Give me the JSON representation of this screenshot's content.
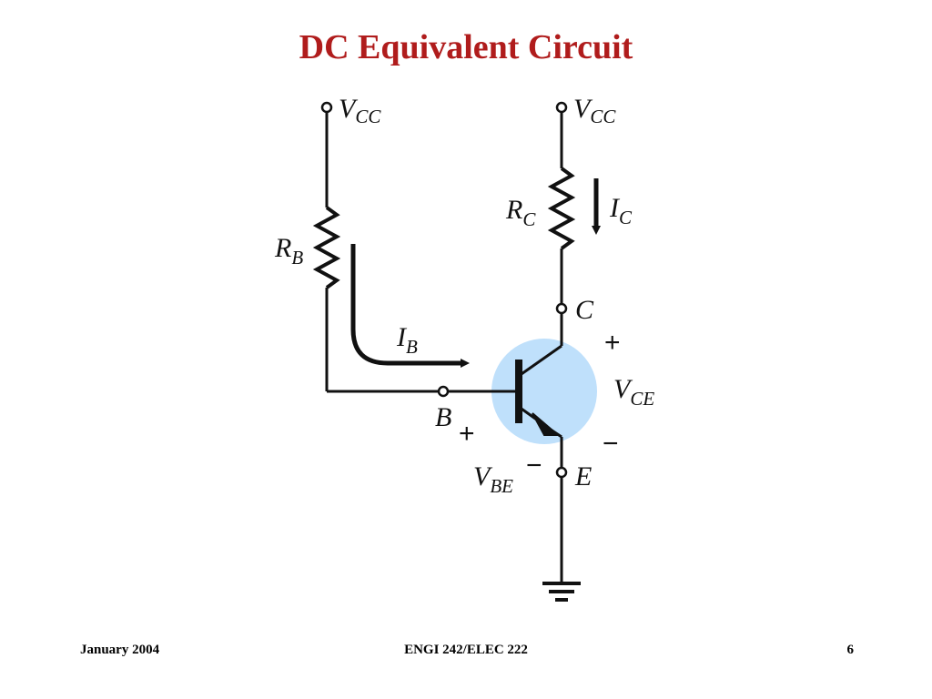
{
  "slide": {
    "title": "DC Equivalent Circuit"
  },
  "diagram": {
    "colors": {
      "wire": "#111111",
      "transistor_highlight": "#bfe0fb",
      "title": "#b01c1c"
    },
    "labels": {
      "vcc_left": {
        "main": "V",
        "sub": "CC"
      },
      "vcc_right": {
        "main": "V",
        "sub": "CC"
      },
      "rb": {
        "main": "R",
        "sub": "B"
      },
      "rc": {
        "main": "R",
        "sub": "C"
      },
      "ic": {
        "main": "I",
        "sub": "C"
      },
      "ib": {
        "main": "I",
        "sub": "B"
      },
      "vce": {
        "main": "V",
        "sub": "CE"
      },
      "vbe": {
        "main": "V",
        "sub": "BE"
      },
      "node_c": "C",
      "node_b": "B",
      "node_e": "E",
      "plus": "+",
      "minus": "−"
    }
  },
  "footer": {
    "date": "January 2004",
    "course": "ENGI 242/ELEC 222",
    "page": "6"
  }
}
